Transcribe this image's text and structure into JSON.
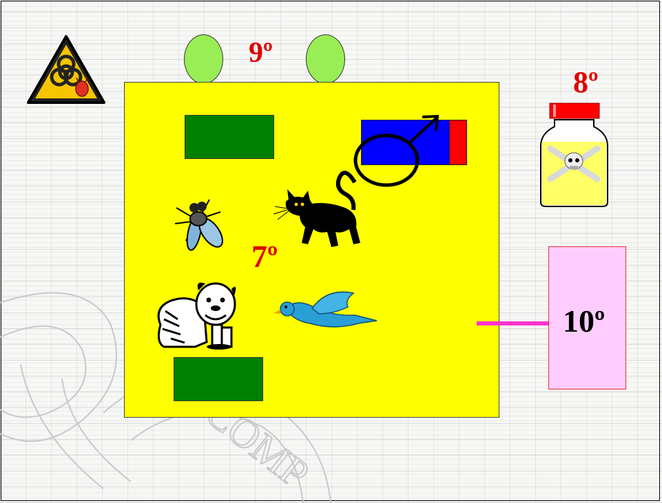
{
  "labels": {
    "top": "9º",
    "right": "8º",
    "center": "7º",
    "side": "10º"
  },
  "watermark_text": "COMP",
  "icons": {
    "hazard": "biohazard-warning-icon",
    "poison": "poison-jar-icon",
    "male": "male-symbol-icon",
    "fly": "fly-icon",
    "cat": "black-cat-icon",
    "dog": "bulldog-icon",
    "bird": "blue-bird-icon"
  },
  "colors": {
    "board": "#ffff00",
    "green_blocks": "#008000",
    "ovals": "#99ee55",
    "labels": "#e00000",
    "pink_box": "#ffccff",
    "connector": "#ff33cc",
    "blue_block": "#0000ff",
    "red_block": "#ff0000"
  }
}
